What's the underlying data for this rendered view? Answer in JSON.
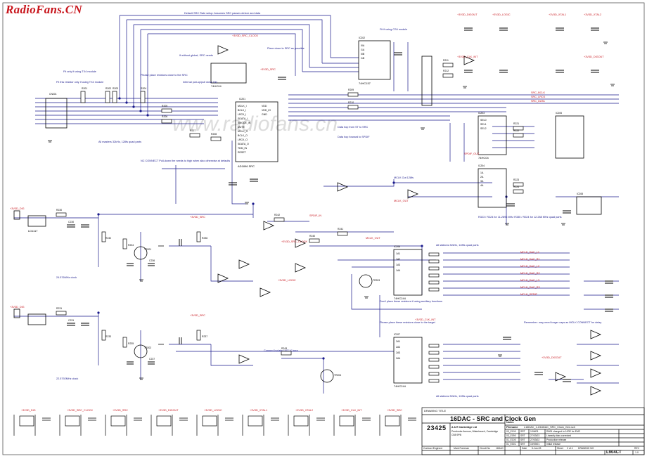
{
  "watermark": "RadioFans.CN",
  "center_watermark": "www.radiofans.cn",
  "colors": {
    "wire": "#1a1a8c",
    "net_label": "#c8161d",
    "component": "#000000",
    "background": "#ffffff",
    "watermark": "#c8161d"
  },
  "notes": {
    "default_src": "Default SRC Rate setup: Assumes SRC passes device and data",
    "fit_cd": "Fit this resistor only if using TX4 module",
    "fit_module": "Fit if using CS4 module",
    "place_near": "Place close to SRC as possible",
    "if_without_src": "If without global, SRC needs",
    "please_place": "Please place resistors close to the SRC",
    "internal_pull": "Internal pull-up/pull down this",
    "all_masters": "All masters 32kHz, 128fs quad parts",
    "no_connect": "NC CONNECT Pull-down the needs to high when also otherwise at defaults",
    "fit_mem": "Fit only if using TX4 module",
    "data_hop": "Data hop from ST to SRC",
    "data_hop2": "Data hop forward to SPDIF",
    "mclk_out": "MCLK Out 128fs",
    "r3200": "R323 / R224 for 11.2896 MHz\nR335 / R224 for 12.288 MHz quad parts",
    "qty_48": "24.576MHz clock",
    "qty_44": "22.5792MHz clock",
    "all_sel": "All stations 32kHz, 128fs quad parts",
    "dont_place": "Don't place these resistors if using auxiliary functions",
    "please_these": "Please place these resistors close to the target",
    "all_stations2": "All stations 32kHz, 128fs quad parts",
    "connect_mclk": "Connect Isolated MCLK here",
    "remember": "Remember: may need longer caps as MCLK CONNECT for delay"
  },
  "net_labels": [
    "+3V3D_DIG",
    "+3V3D_SRC_CLOCK",
    "+3V3D_SRC",
    "+3V3D_DIGOUT",
    "+3V3D_LOGIC",
    "+3V3D_XTAL1",
    "+3V3D_XTAL2",
    "+3V3D_CLK_INT",
    "MCLK_DAC_L1",
    "MCLK_DAC_R1",
    "MCLK_DAC_L2",
    "MCLK_DAC_R2",
    "MCLK_DAC_L3",
    "MCLK_DAC_R3",
    "MCLK_SPDIF",
    "MCLK_OUT",
    "SRC_BCLK",
    "SRC_LRCK",
    "SRC_DATA",
    "SPDIF_IN",
    "SPDIF_OUT"
  ],
  "title_block": {
    "drawing_title_label": "DRAWING TITLE",
    "drawing_title": "16DAC - SRC and Clock Gen",
    "logo": "23425",
    "filename_label": "Filename",
    "filename": "L16DAC_1.2\\16DAC_SRC_Clock_Gen.sch",
    "notes_label": "Notes",
    "company": "A & R Cambridge Ltd",
    "address": "Pembroke Avenue, Waterbeach, Cambridge CB5 9PB",
    "revisions": [
      {
        "rev": "03_E100",
        "by": "SRT",
        "date": "1/06/03",
        "desc": "R605 changed to 100R for EMC"
      },
      {
        "rev": "03_E090",
        "by": "SRT",
        "date": "27/03/03",
        "desc": "Linearity bias corrected"
      },
      {
        "rev": "01_E100",
        "by": "SRT",
        "date": "27/03/02",
        "desc": "Production release"
      },
      {
        "rev": "01_E001",
        "by": "SRT",
        "date": "19/09/01",
        "desc": "Initial release"
      }
    ],
    "contract_label": "Contract Engineer",
    "contract": "Mark Foreman",
    "circuit_label": "Circuit No",
    "circuit": "16DAC",
    "date_label": "Date",
    "date": "5-Jun-03",
    "sheet_label": "Sheet",
    "sheet": "2 of 4",
    "drawing_no_label": "DRAWING NO",
    "drawing_no": "L904CT",
    "rev_label": "REV",
    "rev_value": "1.0"
  },
  "ic_labels": {
    "u_src": "AD1896 SRC",
    "u_top": "74HC157",
    "u_clk": "74HC04",
    "u_buf1": "74HC244",
    "u_buf2": "74HC244",
    "u_reg": "LD1117",
    "u_osc": "74HC04"
  }
}
